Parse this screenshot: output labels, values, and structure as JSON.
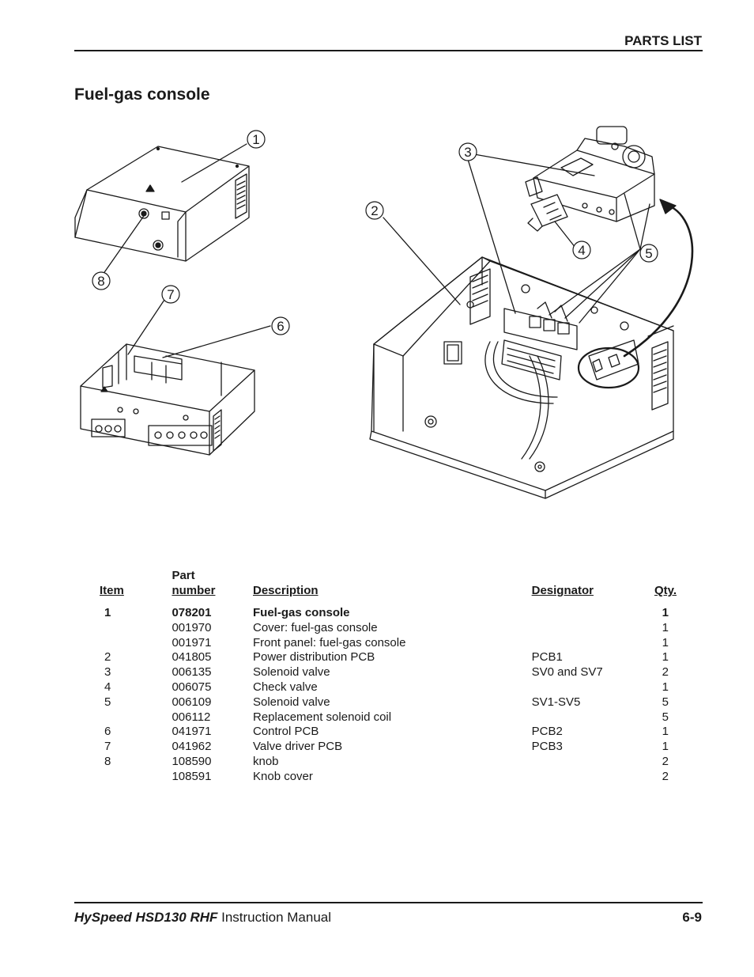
{
  "header": {
    "title": "PARTS LIST"
  },
  "section_title": "Fuel-gas console",
  "callouts": [
    "1",
    "2",
    "3",
    "4",
    "5",
    "6",
    "7",
    "8"
  ],
  "table": {
    "headers": {
      "item": "Item",
      "part_top": "Part",
      "part_bottom": "number",
      "description": "Description",
      "designator": "Designator",
      "qty": "Qty."
    },
    "rows": [
      {
        "item": "1",
        "part": "078201",
        "description": "Fuel-gas console",
        "designator": "",
        "qty": "1",
        "bold": true
      },
      {
        "item": "",
        "part": "001970",
        "description": "Cover: fuel-gas console",
        "designator": "",
        "qty": "1"
      },
      {
        "item": "",
        "part": "001971",
        "description": "Front panel: fuel-gas console",
        "designator": "",
        "qty": "1"
      },
      {
        "item": "2",
        "part": "041805",
        "description": "Power distribution PCB",
        "designator": "PCB1",
        "qty": "1"
      },
      {
        "item": "3",
        "part": "006135",
        "description": "Solenoid valve",
        "designator": "SV0 and SV7",
        "qty": "2"
      },
      {
        "item": "4",
        "part": "006075",
        "description": "Check valve",
        "designator": "",
        "qty": "1"
      },
      {
        "item": "5",
        "part": "006109",
        "description": "Solenoid valve",
        "designator": "SV1-SV5",
        "qty": "5"
      },
      {
        "item": "",
        "part": "006112",
        "description": "Replacement solenoid coil",
        "designator": "",
        "qty": "5"
      },
      {
        "item": "6",
        "part": "041971",
        "description": "Control PCB",
        "designator": "PCB2",
        "qty": "1"
      },
      {
        "item": "7",
        "part": "041962",
        "description": "Valve driver PCB",
        "designator": "PCB3",
        "qty": "1"
      },
      {
        "item": "8",
        "part": "108590",
        "description": "knob",
        "designator": "",
        "qty": "2"
      },
      {
        "item": "",
        "part": "108591",
        "description": "Knob cover",
        "designator": "",
        "qty": "2"
      }
    ]
  },
  "footer": {
    "brand": "HySpeed HSD130 RHF",
    "manual": "Instruction Manual",
    "page": "6-9"
  }
}
